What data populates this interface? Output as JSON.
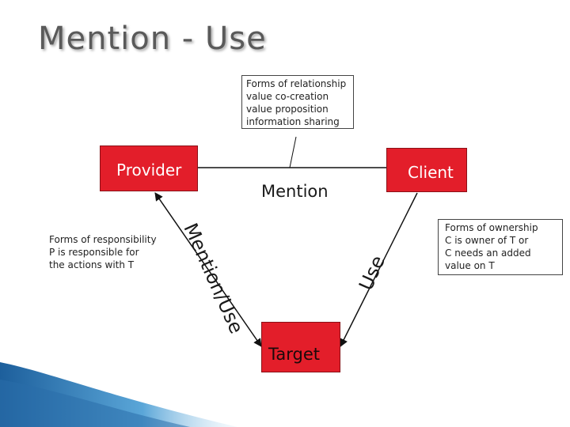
{
  "slide": {
    "title": "Mention - Use"
  },
  "nodes": {
    "provider": "Provider",
    "client": "Client",
    "target": "Target"
  },
  "edges": {
    "provider_client": "Mention",
    "provider_target": "Mention/Use",
    "client_target": "Use"
  },
  "notes": {
    "relationship": [
      "Forms of relationship",
      "value co-creation",
      "value proposition",
      "information sharing"
    ],
    "responsibility": [
      "Forms of responsibility",
      "P is responsible for",
      "the actions with T"
    ],
    "ownership": [
      "Forms of ownership",
      "C is owner of T or",
      "C needs an added",
      "value on T"
    ]
  },
  "colors": {
    "node_fill": "#e31e2a",
    "title": "#5a5a5a",
    "decoration": "#4a90c8"
  }
}
